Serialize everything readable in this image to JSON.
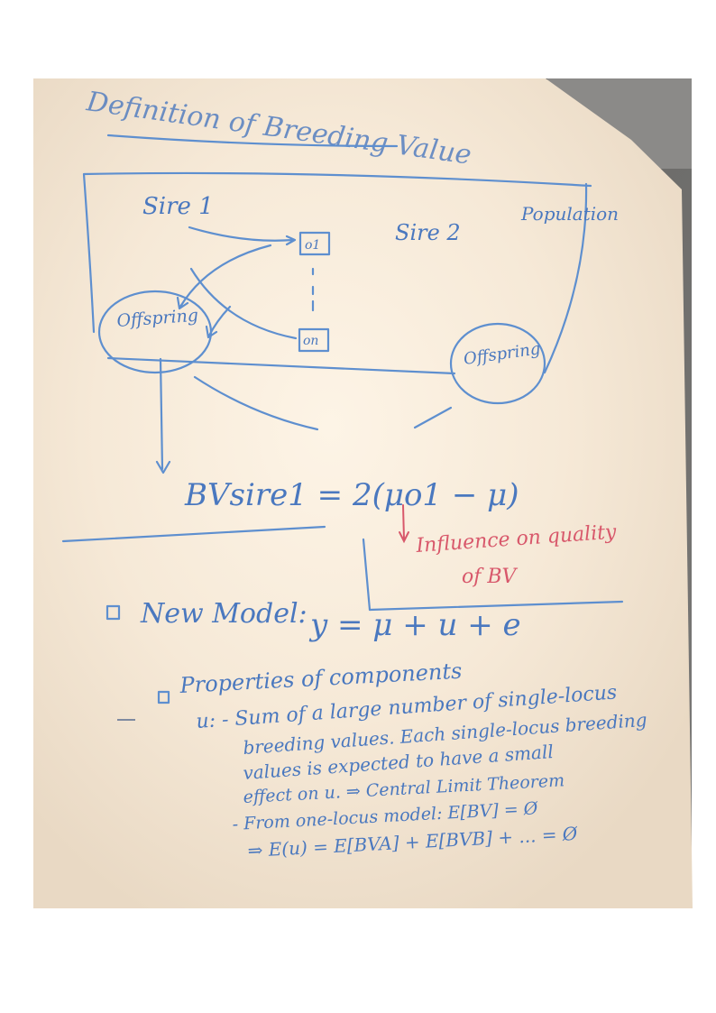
{
  "board": {
    "title": "Definition of Breeding Value",
    "diagram": {
      "sire1": "Sire 1",
      "sire2": "Sire 2",
      "population": "Population",
      "offspring_left": "Offspring",
      "offspring_right": "Offspring",
      "o1": "o1",
      "on": "on"
    },
    "formula": "BVsire1 = 2(μo1 − μ)",
    "annotation": [
      "Influence on quality",
      "of BV"
    ],
    "model": {
      "heading": "New Model:",
      "equation": "y = μ + u + e"
    },
    "properties": {
      "heading": "Properties of components",
      "lines": [
        "u: - Sum of a large number of single-locus",
        "breeding values. Each single-locus breeding",
        "values is expected to have a small",
        "effect on u. ⇒ Central Limit Theorem",
        "- From one-locus model: E[BV] = Ø",
        "⇒ E(u) = E[BVA] + E[BVB] + ... = Ø"
      ]
    }
  },
  "colors": {
    "ink_blue": "#4a78bf",
    "ink_red": "#d8586b",
    "board": "#f6eadb",
    "wall": "#6d6b69"
  }
}
